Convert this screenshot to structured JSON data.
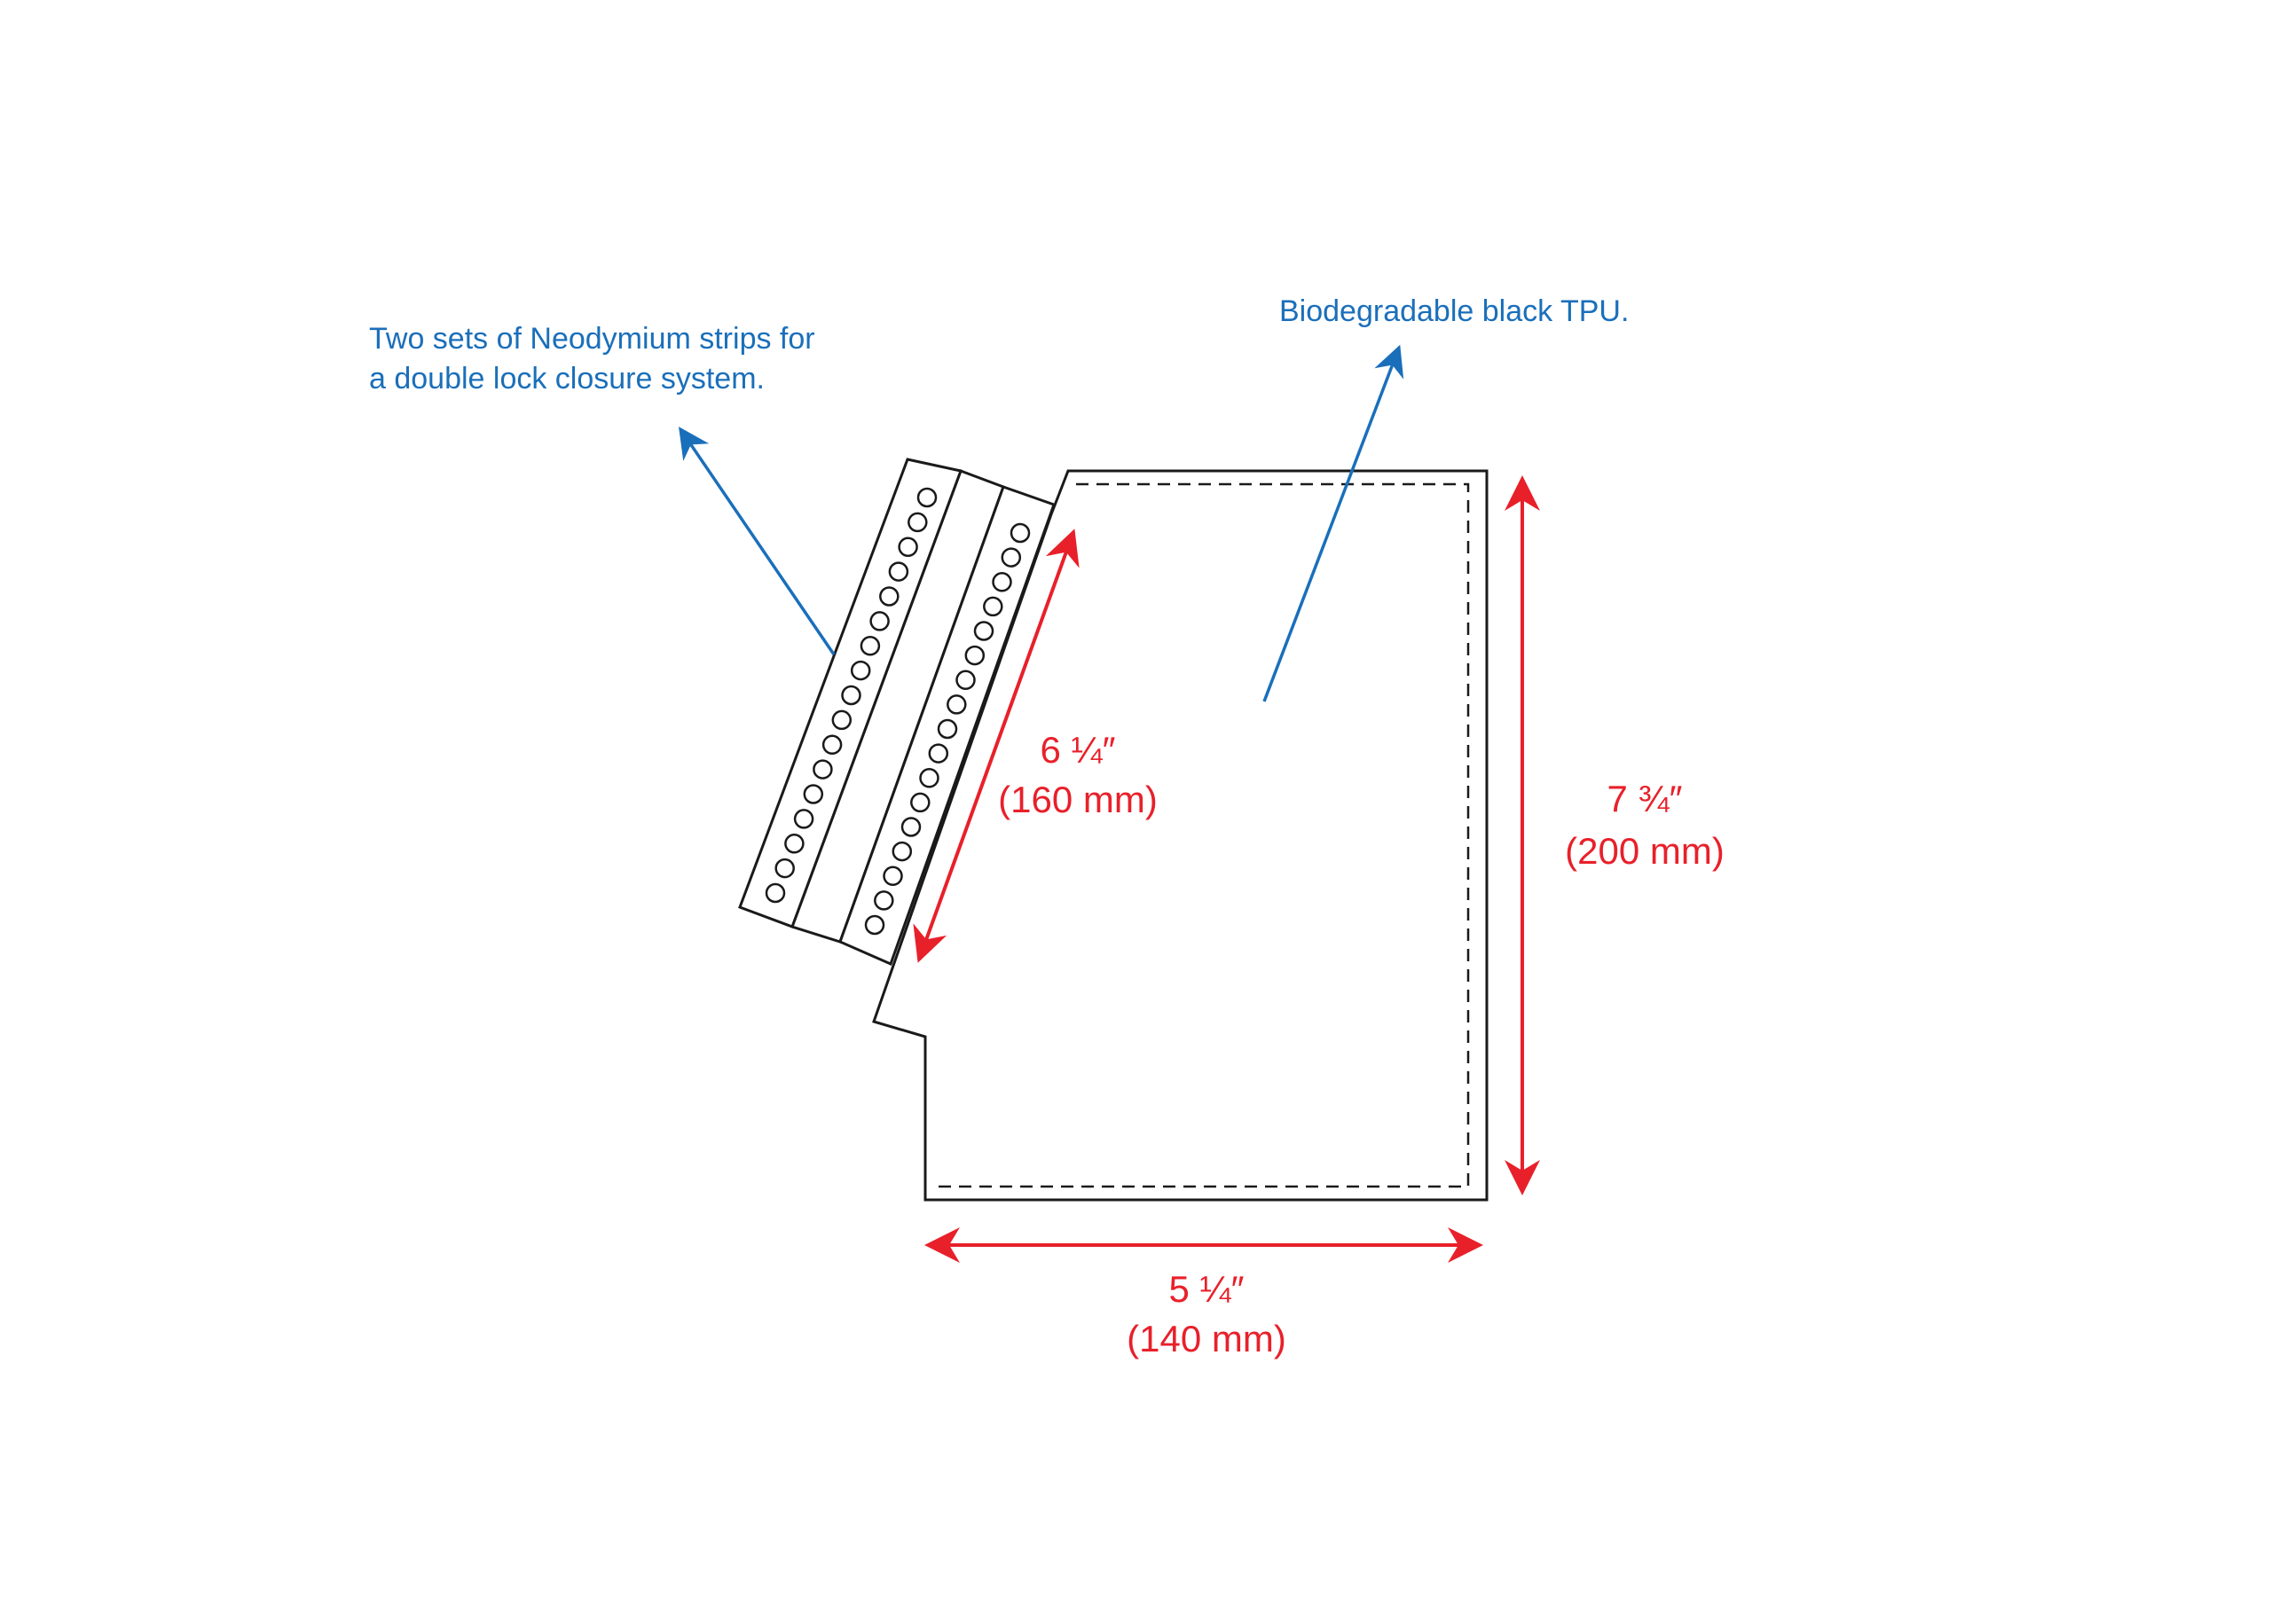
{
  "annotations": {
    "magnets": {
      "line1": "Two sets of Neodymium strips for",
      "line2": "a double lock closure system."
    },
    "material": "Biodegradable black TPU."
  },
  "dimensions": {
    "diagonal": {
      "imperial": "6 ¼″",
      "metric": "(160 mm)"
    },
    "height": {
      "imperial": "7 ¾″",
      "metric": "(200 mm)"
    },
    "width": {
      "imperial": "5 ¼″",
      "metric": "(140 mm)"
    }
  },
  "colors": {
    "annotation": "#1a6fba",
    "dimension": "#e8202a",
    "outline": "#1a1a1a"
  },
  "magnet_strips": {
    "count": 2,
    "magnets_per_strip": 17
  }
}
